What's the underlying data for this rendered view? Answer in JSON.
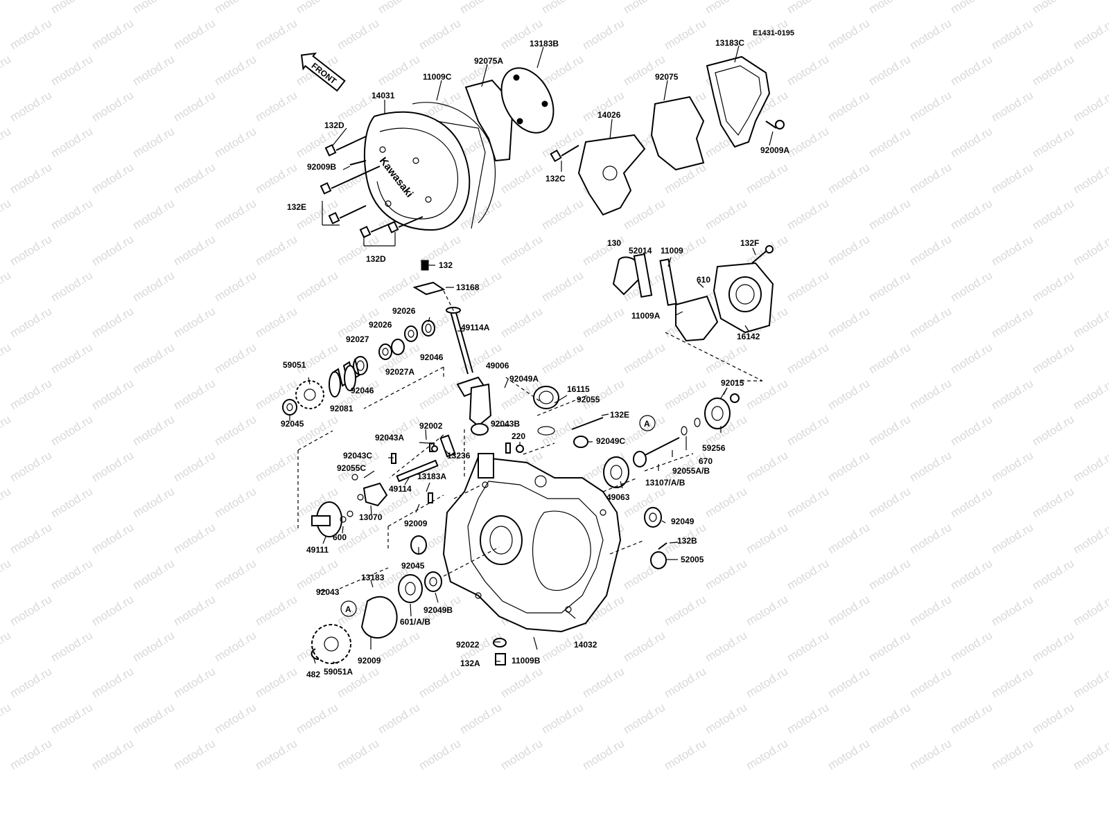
{
  "diagram": {
    "reference_code": "E1431-0195",
    "front_arrow_label": "FRONT",
    "brand_text": "Kawasaki",
    "callout_marker": "A",
    "watermark_text": "motod.ru",
    "colors": {
      "ink": "#000000",
      "paper": "#ffffff",
      "watermark": "#cfcfcf"
    },
    "part_numbers": [
      "13183B",
      "92075A",
      "11009C",
      "14031",
      "132D",
      "92009B",
      "132E",
      "132D",
      "13183C",
      "92075",
      "14026",
      "132C",
      "92009A",
      "130",
      "52014",
      "11009",
      "132F",
      "610",
      "11009A",
      "16142",
      "132",
      "13168",
      "92026",
      "92026",
      "49114A",
      "92027",
      "92046",
      "92027A",
      "59051",
      "92046",
      "92081",
      "92045",
      "49006",
      "92049A",
      "16115",
      "92055",
      "132E",
      "92015",
      "59256",
      "670",
      "92055A/B",
      "13107/A/B",
      "92049C",
      "92002",
      "92043A",
      "92043B",
      "220",
      "13236",
      "92043C",
      "92055C",
      "49114",
      "13183A",
      "13070",
      "49111",
      "600",
      "92009",
      "92045",
      "49063",
      "92049",
      "132B",
      "52005",
      "92043",
      "13183",
      "92049B",
      "601/A/B",
      "59051A",
      "482",
      "92009",
      "92022",
      "132A",
      "11009B",
      "14032"
    ]
  }
}
